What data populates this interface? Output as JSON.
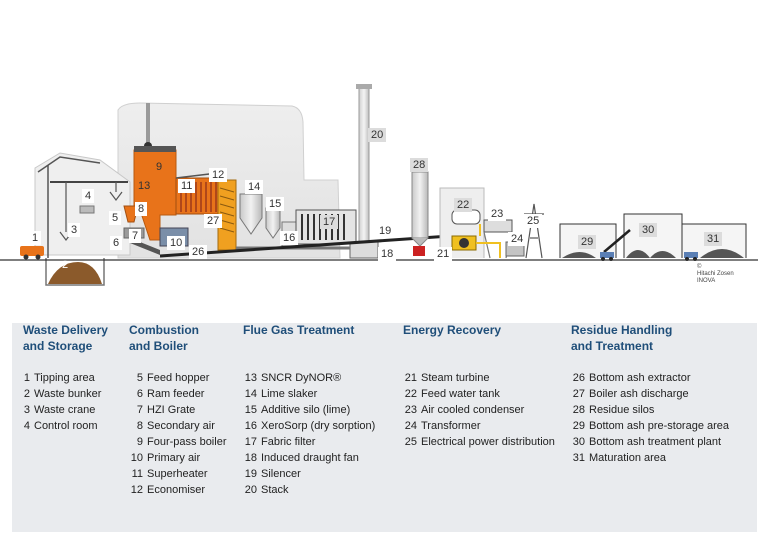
{
  "copyright": [
    "©",
    "Hitachi Zosen",
    "INOVA"
  ],
  "labels": [
    "1",
    "2",
    "3",
    "4",
    "5",
    "6",
    "7",
    "8",
    "9",
    "10",
    "11",
    "12",
    "13",
    "14",
    "15",
    "16",
    "17",
    "18",
    "19",
    "20",
    "21",
    "22",
    "23",
    "24",
    "25",
    "26",
    "27",
    "28",
    "29",
    "30",
    "31"
  ],
  "legend": [
    {
      "title": [
        "Waste Delivery",
        "and Storage"
      ],
      "items": [
        {
          "n": "1",
          "t": "Tipping area"
        },
        {
          "n": "2",
          "t": "Waste bunker"
        },
        {
          "n": "3",
          "t": "Waste crane"
        },
        {
          "n": "4",
          "t": "Control room"
        }
      ]
    },
    {
      "title": [
        "Combustion",
        "and Boiler"
      ],
      "items": [
        {
          "n": "5",
          "t": "Feed hopper"
        },
        {
          "n": "6",
          "t": "Ram feeder"
        },
        {
          "n": "7",
          "t": "HZI Grate"
        },
        {
          "n": "8",
          "t": "Secondary air"
        },
        {
          "n": "9",
          "t": "Four-pass boiler"
        },
        {
          "n": "10",
          "t": "Primary air"
        },
        {
          "n": "11",
          "t": "Superheater"
        },
        {
          "n": "12",
          "t": "Economiser"
        }
      ]
    },
    {
      "title": [
        "Flue Gas Treatment",
        ""
      ],
      "items": [
        {
          "n": "13",
          "t": "SNCR DyNOR®"
        },
        {
          "n": "14",
          "t": "Lime slaker"
        },
        {
          "n": "15",
          "t": "Additive silo (lime)"
        },
        {
          "n": "16",
          "t": "XeroSorp (dry sorption)"
        },
        {
          "n": "17",
          "t": "Fabric filter"
        },
        {
          "n": "18",
          "t": "Induced draught fan"
        },
        {
          "n": "19",
          "t": "Silencer"
        },
        {
          "n": "20",
          "t": "Stack"
        }
      ]
    },
    {
      "title": [
        "Energy Recovery",
        ""
      ],
      "items": [
        {
          "n": "21",
          "t": "Steam turbine"
        },
        {
          "n": "22",
          "t": "Feed water tank"
        },
        {
          "n": "23",
          "t": "Air cooled condenser"
        },
        {
          "n": "24",
          "t": "Transformer"
        },
        {
          "n": "25",
          "t": "Electrical power distribution"
        }
      ]
    },
    {
      "title": [
        "Residue Handling",
        "and Treatment"
      ],
      "items": [
        {
          "n": "26",
          "t": "Bottom ash extractor"
        },
        {
          "n": "27",
          "t": "Boiler ash discharge"
        },
        {
          "n": "28",
          "t": "Residue silos"
        },
        {
          "n": "29",
          "t": "Bottom ash pre-storage area"
        },
        {
          "n": "30",
          "t": "Bottom ash treatment plant"
        },
        {
          "n": "31",
          "t": "Maturation area"
        }
      ]
    }
  ]
}
